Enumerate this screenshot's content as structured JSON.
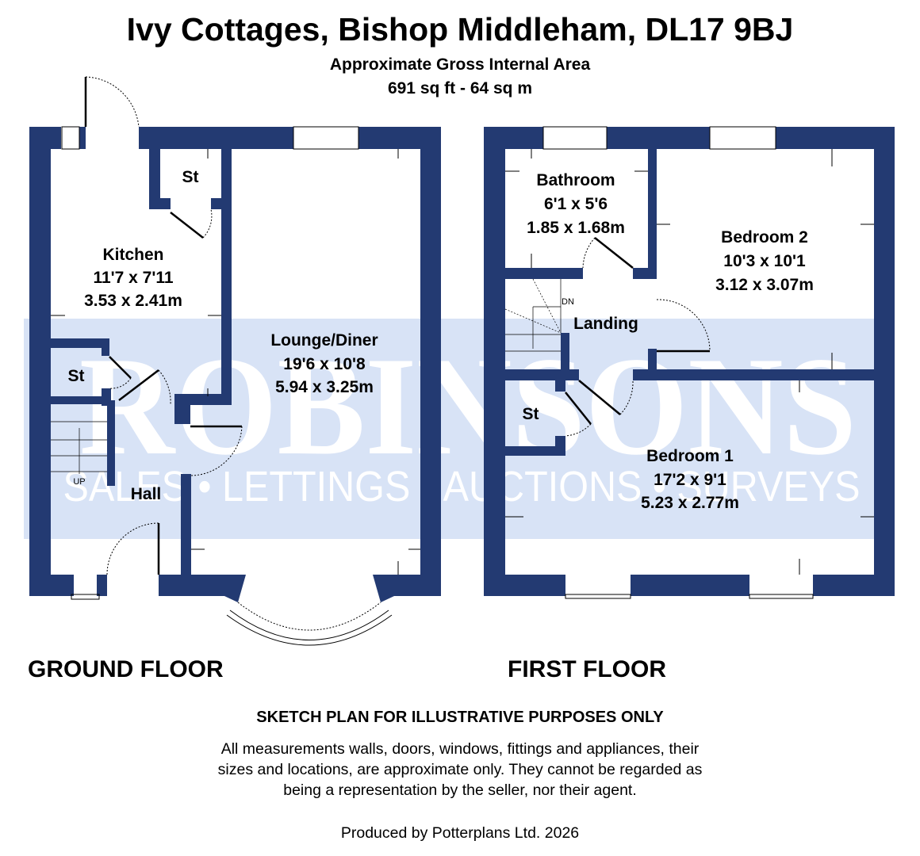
{
  "header": {
    "title": "Ivy Cottages, Bishop Middleham, DL17 9BJ",
    "area_label": "Approximate Gross Internal Area",
    "area_value": "691 sq ft - 64 sq m"
  },
  "watermark": {
    "brand": "ROBINSONS",
    "tagline": "SALES • LETTINGS • AUCTIONS • SURVEYS"
  },
  "colors": {
    "wall": "#233a72",
    "watermark_band": "#d8e3f6"
  },
  "ground_floor": {
    "label": "GROUND FLOOR",
    "rooms": [
      {
        "name": "Kitchen",
        "imperial": "11'7 x 7'11",
        "metric": "3.53 x 2.41m"
      },
      {
        "name": "Lounge/Diner",
        "imperial": "19'6 x 10'8",
        "metric": "5.94 x 3.25m"
      },
      {
        "name": "Hall"
      },
      {
        "name": "St"
      },
      {
        "name": "St"
      }
    ],
    "stairs_label": "UP"
  },
  "first_floor": {
    "label": "FIRST FLOOR",
    "rooms": [
      {
        "name": "Bathroom",
        "imperial": "6'1 x 5'6",
        "metric": "1.85 x 1.68m"
      },
      {
        "name": "Bedroom 2",
        "imperial": "10'3 x 10'1",
        "metric": "3.12 x 3.07m"
      },
      {
        "name": "Landing"
      },
      {
        "name": "Bedroom 1",
        "imperial": "17'2 x 9'1",
        "metric": "5.23 x 2.77m"
      },
      {
        "name": "St"
      }
    ],
    "stairs_label": "DN"
  },
  "footer": {
    "heading": "SKETCH PLAN FOR ILLUSTRATIVE PURPOSES ONLY",
    "lines": [
      "All measurements walls, doors, windows, fittings and appliances, their",
      "sizes and locations, are approximate only. They cannot be regarded as",
      "being a representation by the seller, nor their agent."
    ],
    "produced_by": "Produced by Potterplans Ltd. 2026"
  }
}
